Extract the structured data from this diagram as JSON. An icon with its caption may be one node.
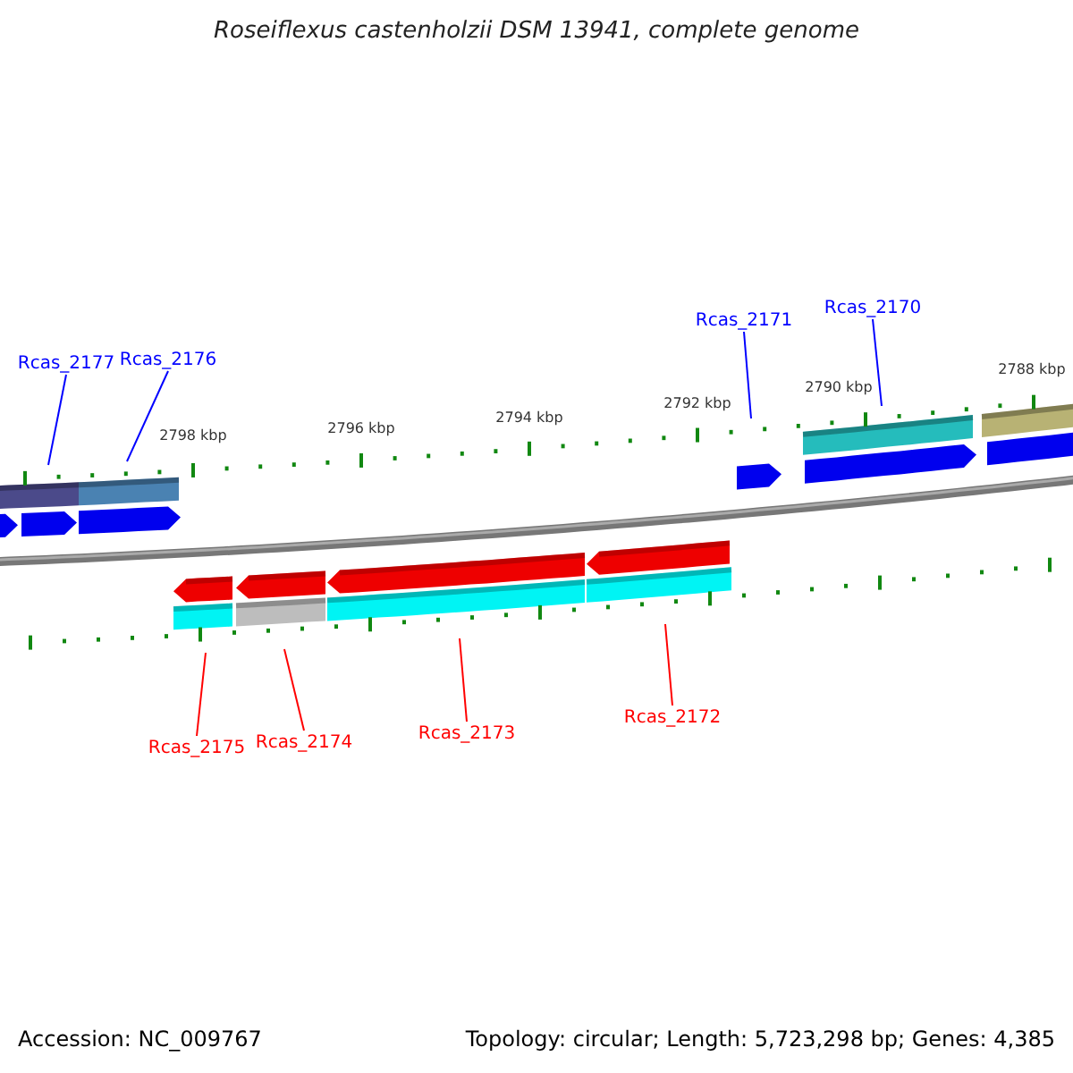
{
  "diagram": {
    "title": "Roseiflexus castenholzii DSM 13941, complete genome",
    "nodes": [
      {
        "text": [
          "Rcas_2177"
        ]
      },
      {
        "text": [
          "Rcas_2176"
        ]
      },
      {
        "text": [
          "Rcas_2171"
        ]
      },
      {
        "text": [
          "Rcas_2170"
        ]
      },
      {
        "text": [
          "Rcas_2175"
        ]
      },
      {
        "text": [
          "Rcas_2174"
        ]
      },
      {
        "text": [
          "Rcas_2173"
        ]
      },
      {
        "text": [
          "Rcas_2172"
        ]
      }
    ],
    "edges": [
      {
        "from": 0,
        "to": null,
        "arrow": "none"
      },
      {
        "from": 1,
        "to": null,
        "arrow": "none"
      },
      {
        "from": 2,
        "to": null,
        "arrow": "none"
      },
      {
        "from": 3,
        "to": null,
        "arrow": "none"
      },
      {
        "from": 4,
        "to": null,
        "arrow": "none",
        "color": "#ff0000"
      },
      {
        "from": 5,
        "to": null,
        "arrow": "none",
        "color": "#ff0000"
      },
      {
        "from": 6,
        "to": null,
        "arrow": "none",
        "color": "#ff0000"
      },
      {
        "from": 7,
        "to": null,
        "arrow": "none",
        "color": "#ff0000"
      }
    ],
    "labels": [
      "2798 kbp",
      "2796 kbp",
      "2794 kbp",
      "2792 kbp",
      "2790 kbp",
      "2788 kbp",
      "Accession: NC_009767",
      "Topology: circular; Length: 5,723,298 bp; Genes: 4,385"
    ]
  }
}
